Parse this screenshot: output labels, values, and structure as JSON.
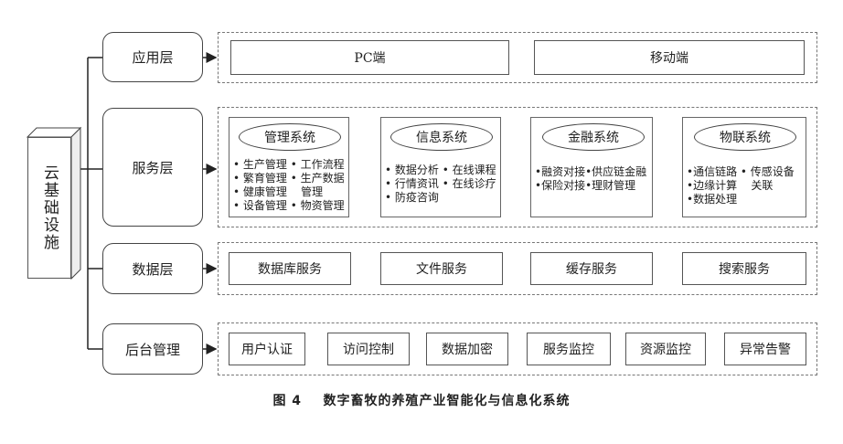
{
  "infra": {
    "label": "云基础设施"
  },
  "layers": [
    {
      "label": "应用层"
    },
    {
      "label": "服务层"
    },
    {
      "label": "数据层"
    },
    {
      "label": "后台管理"
    }
  ],
  "app": {
    "pc": "PC端",
    "mobile": "移动端"
  },
  "services": [
    {
      "title": "管理系统",
      "items": "• 生产管理 • 工作流程\n• 繁育管理 • 生产数据\n• 健康管理    管理\n• 设备管理 • 物资管理"
    },
    {
      "title": "信息系统",
      "items": "• 数据分析 • 在线课程\n• 行情资讯 • 在线诊疗\n• 防疫咨询"
    },
    {
      "title": "金融系统",
      "items": "•融资对接•供应链金融\n•保险对接•理财管理"
    },
    {
      "title": "物联系统",
      "items": "•通信链路 • 传感设备\n•边缘计算    关联\n•数据处理"
    }
  ],
  "data_layer": [
    "数据库服务",
    "文件服务",
    "缓存服务",
    "搜索服务"
  ],
  "backend": [
    "用户认证",
    "访问控制",
    "数据加密",
    "服务监控",
    "资源监控",
    "异常告警"
  ],
  "caption": "图 4    数字畜牧的养殖产业智能化与信息化系统"
}
